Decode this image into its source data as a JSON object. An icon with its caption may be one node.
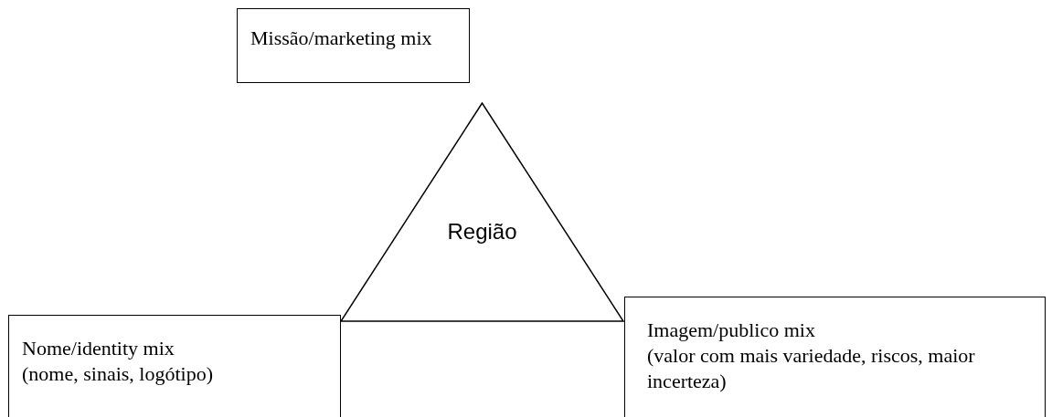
{
  "diagram": {
    "nodes": [
      {
        "text": [
          "Missão/marketing mix"
        ]
      },
      {
        "text": [
          "Região"
        ]
      },
      {
        "text": [
          "Nome/identity mix",
          "(nome, sinais, logótipo)"
        ]
      },
      {
        "text": [
          "Imagem/publico mix",
          "(valor com mais variedade, riscos, maior incerteza)"
        ]
      }
    ]
  }
}
